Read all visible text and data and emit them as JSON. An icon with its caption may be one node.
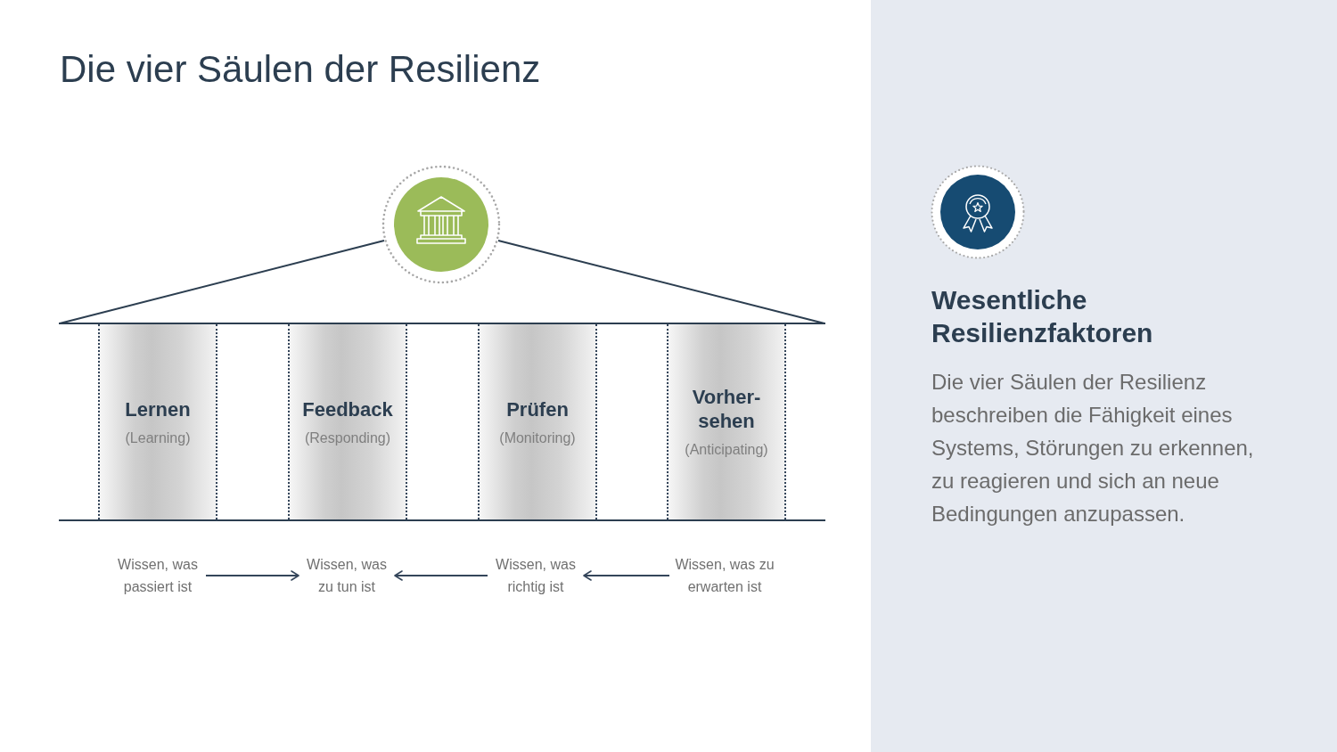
{
  "diagram": {
    "title": "Die vier Säulen der Resilienz",
    "nodes": [
      {
        "text": [
          "Lernen",
          "(Learning)"
        ]
      },
      {
        "text": [
          "Feedback",
          "(Responding)"
        ]
      },
      {
        "text": [
          "Prüfen",
          "(Monitoring)"
        ]
      },
      {
        "text": [
          "Vorher- sehen",
          "(Anticipating)"
        ]
      },
      {
        "text": [
          "Wissen, was passiert ist"
        ]
      },
      {
        "text": [
          "Wissen, was zu tun ist"
        ]
      },
      {
        "text": [
          "Wissen, was richtig ist"
        ]
      },
      {
        "text": [
          "Wissen, was zu erwarten ist"
        ]
      },
      {
        "text": [
          "Wesentliche Resilienzfaktoren",
          "Die vier Säulen der Resilienz beschreiben die Fähigkeit eines Systems, Störungen zu erkennen, zu reagieren und sich an neue Bedingungen anzupassen."
        ]
      }
    ],
    "edges": [
      {
        "from": 4,
        "to": 5,
        "arrow": "to"
      },
      {
        "from": 6,
        "to": 5,
        "arrow": "to"
      },
      {
        "from": 7,
        "to": 6,
        "arrow": "to"
      }
    ]
  }
}
